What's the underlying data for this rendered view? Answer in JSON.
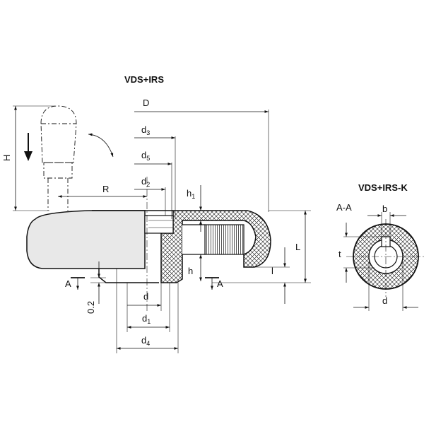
{
  "titles": {
    "main": "VDS+IRS",
    "secondary": "VDS+IRS-K"
  },
  "labels": {
    "D": "D",
    "d3_base": "d",
    "d3_sub": "3",
    "d5_base": "d",
    "d5_sub": "5",
    "d2_base": "d",
    "d2_sub": "2",
    "R": "R",
    "H": "H",
    "h1_base": "h",
    "h1_sub": "1",
    "h": "h",
    "L": "L",
    "l": "l",
    "A_left": "A",
    "A_right": "A",
    "clearance": "0.2",
    "d": "d",
    "d1_base": "d",
    "d1_sub": "1",
    "d4_base": "d",
    "d4_sub": "4",
    "section": "A-A",
    "b": "b",
    "t": "t",
    "d_section": "d"
  },
  "colors": {
    "ink": "#111111",
    "handwheel_fill": "#e6e6e6",
    "hatch_fill": "#f2f2f2"
  }
}
